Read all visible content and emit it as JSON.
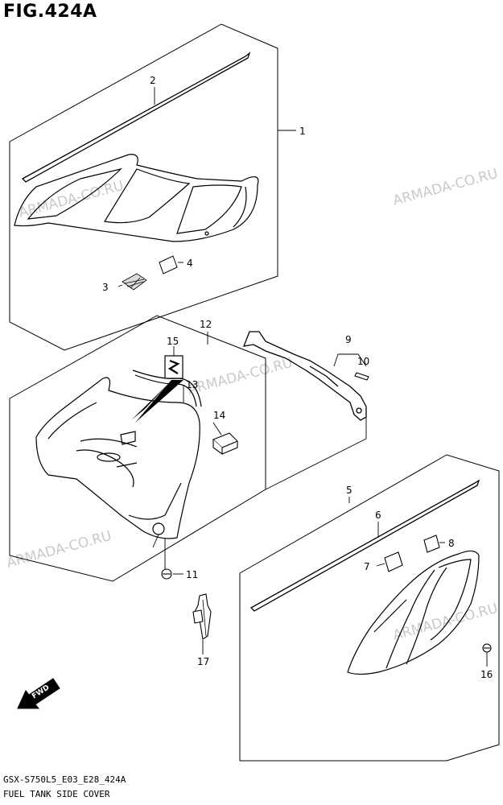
{
  "title": "FIG.424A",
  "callouts": [
    {
      "id": "1",
      "label": "1"
    },
    {
      "id": "2",
      "label": "2"
    },
    {
      "id": "3",
      "label": "3"
    },
    {
      "id": "4",
      "label": "4"
    },
    {
      "id": "5",
      "label": "5"
    },
    {
      "id": "6",
      "label": "6"
    },
    {
      "id": "7",
      "label": "7"
    },
    {
      "id": "8",
      "label": "8"
    },
    {
      "id": "9",
      "label": "9"
    },
    {
      "id": "10",
      "label": "10"
    },
    {
      "id": "11",
      "label": "11"
    },
    {
      "id": "12",
      "label": "12"
    },
    {
      "id": "13",
      "label": "13"
    },
    {
      "id": "14",
      "label": "14"
    },
    {
      "id": "15",
      "label": "15"
    },
    {
      "id": "16",
      "label": "16"
    },
    {
      "id": "17",
      "label": "17"
    }
  ],
  "direction_arrow": "FWD",
  "watermark": "ARMADA-CO.RU",
  "footer": {
    "code": "GSX-S750L5_E03_E28_424A",
    "name": "FUEL TANK SIDE COVER"
  }
}
